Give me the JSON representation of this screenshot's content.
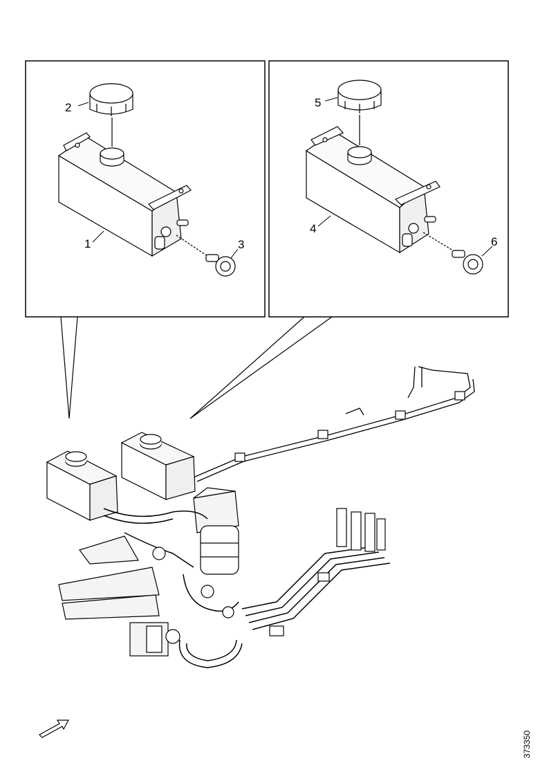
{
  "callouts": {
    "c1": "1",
    "c2": "2",
    "c3": "3",
    "c4": "4",
    "c5": "5",
    "c6": "6"
  },
  "reference_code": "373350",
  "colors": {
    "line": "#000000",
    "fill": "#ffffff",
    "shade": "#e6e6e6"
  },
  "icons": {
    "direction": "direction-arrow-icon"
  }
}
